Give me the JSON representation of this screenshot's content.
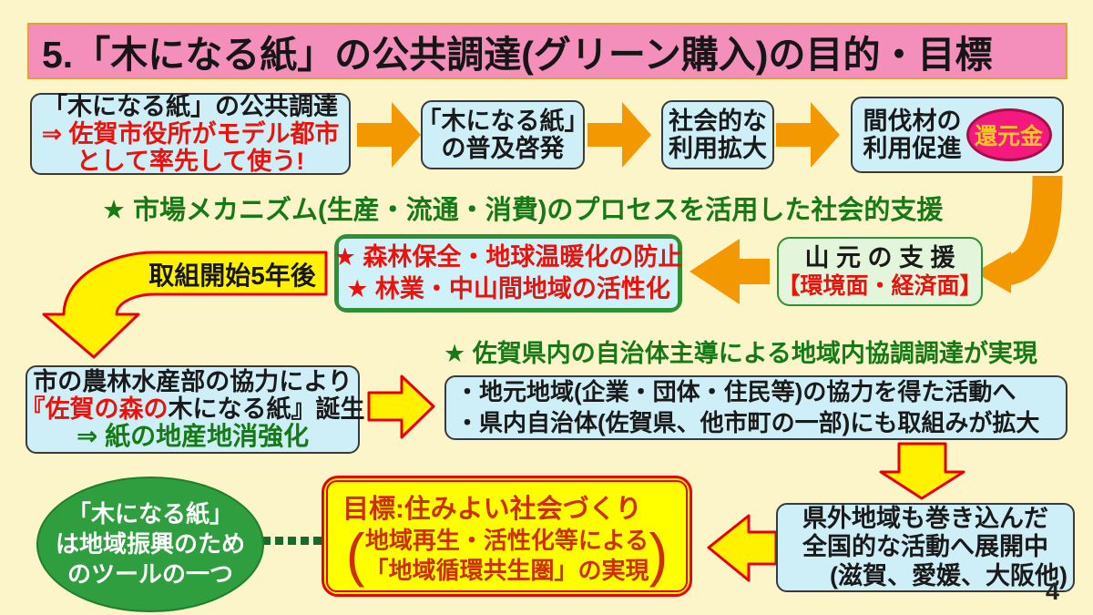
{
  "slide": {
    "title": "5.「木になる紙」の公共調達(グリーン購入)の目的・目標",
    "page_number": "4"
  },
  "flow_top": {
    "procurement_box": {
      "line1": "「木になる紙」の公共調達",
      "line2": "⇒ 佐賀市役所がモデル都市",
      "line3": "として率先して使う!"
    },
    "spread_box": {
      "line1": "「木になる紙」",
      "line2": "の普及啓発"
    },
    "social_box": {
      "line1": "社会的な",
      "line2": "利用拡大"
    },
    "thinning_box": {
      "line1": "間伐材の",
      "line2": "利用促進",
      "badge": "還元金"
    }
  },
  "notes": {
    "market_note": "★ 市場メカニズム(生産・流通・消費)のプロセスを活用した社会的支援",
    "saga_note": "★ 佐賀県内の自治体主導による地域内協調調達が実現"
  },
  "middle": {
    "bent_arrow_label": "取組開始5年後",
    "forest_box": {
      "line1": "★ 森林保全・地球温暖化の防止",
      "line2": "★ 林業・中山間地域の活性化"
    },
    "support_box": {
      "line1": "山 元 の 支 援",
      "line2": "【環境面・経済面】"
    }
  },
  "lower": {
    "city_box": {
      "line1": "市の農林水産部の協力により",
      "line2_red": "『佐賀の森の",
      "line2_black": "木になる紙』誕生",
      "line3": "⇒ 紙の地産地消強化"
    },
    "coop_box": {
      "line1": "・地元地域(企業・団体・住民等)の協力を得た活動へ",
      "line2": "・県内自治体(佐賀県、他市町の一部)にも取組みが拡大"
    },
    "nationwide_box": {
      "line1": "県外地域も巻き込んだ",
      "line2": "全国的な活動へ展開中",
      "line3": "(滋賀、愛媛、大阪他)"
    }
  },
  "bottom": {
    "goal_box": {
      "heading": "目標:住みよい社会づくり",
      "bracket_open": "(",
      "bracket_close": ")",
      "line1": "地域再生・活性化等による",
      "line2": "「地域循環共生圏」の実現"
    },
    "tool_ellipse": {
      "line1": "「木になる紙」",
      "line2": "は地域振興のため",
      "line3": "のツールの一つ"
    }
  },
  "colors": {
    "background": "#FCF5C9",
    "title_bg": "#F48FBC",
    "title_border": "#E2A135",
    "box_blue": "#CEEFF7",
    "box_border": "#3A3A3C",
    "orange_arrow": "#F39800",
    "yellow_arrow": "#FFF100",
    "arrow_red_border": "#E60000",
    "red_text": "#E8130C",
    "green_text": "#157A15",
    "green_border": "#2F8F35",
    "support_bg": "#E3F6DB",
    "goal_yellow": "#FFFF00",
    "goal_text": "#CE2F00",
    "ellipse_green": "#2F9E3E",
    "badge_pink": "#F3197E",
    "badge_border": "#A60F45",
    "badge_text": "#F6C81E"
  }
}
